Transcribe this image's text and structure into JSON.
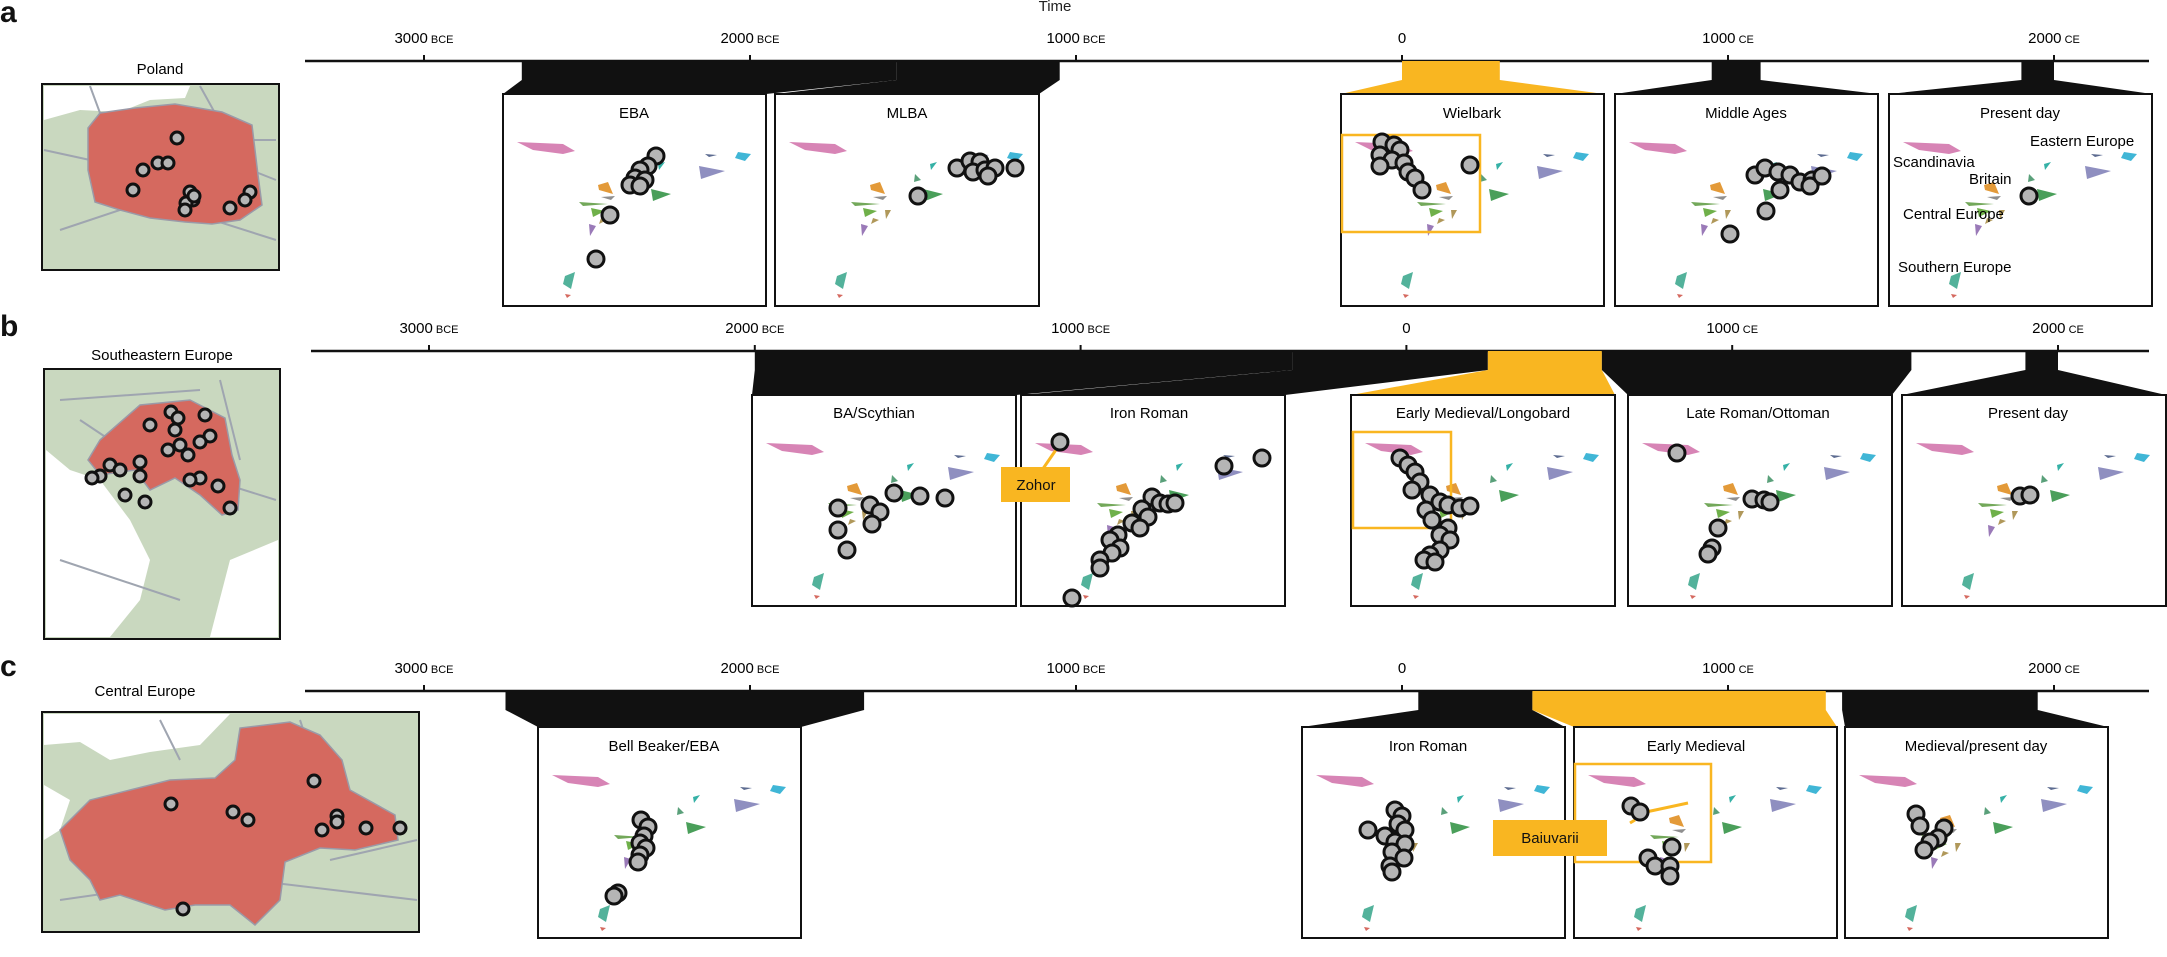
{
  "figure": {
    "axis_title": "Time",
    "colors": {
      "map_land": "#c9d8bf",
      "map_water": "#ffffff",
      "region_fill": "#d5695f",
      "sample_fill": "#b5b5b5",
      "highlight": "#f9b621",
      "frame": "#111111"
    },
    "legend_labels": [
      "Eastern Europe",
      "Scandinavia",
      "Britain",
      "Central Europe",
      "Southern Europe"
    ],
    "panels": [
      {
        "letter": "a",
        "region": "Poland",
        "ticks": [
          {
            "year": -3000,
            "num": "3000",
            "era": "BCE"
          },
          {
            "year": -2000,
            "num": "2000",
            "era": "BCE"
          },
          {
            "year": -1000,
            "num": "1000",
            "era": "BCE"
          },
          {
            "year": 0,
            "num": "0",
            "era": ""
          },
          {
            "year": 1000,
            "num": "1000",
            "era": "CE"
          },
          {
            "year": 2000,
            "num": "2000",
            "era": "CE"
          }
        ],
        "periods": [
          {
            "label": "EBA",
            "start": -2700,
            "end": -1550,
            "highlight": false
          },
          {
            "label": "MLBA",
            "start": -1550,
            "end": -1050,
            "highlight": false
          },
          {
            "label": "Wielbark",
            "start": 0,
            "end": 300,
            "highlight": true
          },
          {
            "label": "Middle Ages",
            "start": 950,
            "end": 1100,
            "highlight": false
          },
          {
            "label": "Present day",
            "start": 1900,
            "end": 2000,
            "highlight": false
          }
        ],
        "callout": ""
      },
      {
        "letter": "b",
        "region": "Southeastern Europe",
        "ticks": [
          {
            "year": -3000,
            "num": "3000",
            "era": "BCE"
          },
          {
            "year": -2000,
            "num": "2000",
            "era": "BCE"
          },
          {
            "year": -1000,
            "num": "1000",
            "era": "BCE"
          },
          {
            "year": 0,
            "num": "0",
            "era": ""
          },
          {
            "year": 1000,
            "num": "1000",
            "era": "CE"
          },
          {
            "year": 2000,
            "num": "2000",
            "era": "CE"
          }
        ],
        "periods": [
          {
            "label": "BA/Scythian",
            "start": -2000,
            "end": -350,
            "highlight": false
          },
          {
            "label": "Iron Roman",
            "start": -350,
            "end": 250,
            "highlight": false
          },
          {
            "label": "Early Medieval/Longobard",
            "start": 250,
            "end": 600,
            "highlight": true
          },
          {
            "label": "Late Roman/Ottoman",
            "start": 600,
            "end": 1550,
            "highlight": false
          },
          {
            "label": "Present day",
            "start": 1900,
            "end": 2000,
            "highlight": false
          }
        ],
        "callout": "Zohor"
      },
      {
        "letter": "c",
        "region": "Central Europe",
        "ticks": [
          {
            "year": -3000,
            "num": "3000",
            "era": "BCE"
          },
          {
            "year": -2000,
            "num": "2000",
            "era": "BCE"
          },
          {
            "year": -1000,
            "num": "1000",
            "era": "BCE"
          },
          {
            "year": 0,
            "num": "0",
            "era": ""
          },
          {
            "year": 1000,
            "num": "1000",
            "era": "CE"
          },
          {
            "year": 2000,
            "num": "2000",
            "era": "CE"
          }
        ],
        "periods": [
          {
            "label": "Bell Beaker/EBA",
            "start": -2750,
            "end": -1650,
            "highlight": false
          },
          {
            "label": "Iron Roman",
            "start": 50,
            "end": 400,
            "highlight": false
          },
          {
            "label": "Early Medieval",
            "start": 400,
            "end": 1300,
            "highlight": true
          },
          {
            "label": "Medieval/present day",
            "start": 1350,
            "end": 1950,
            "highlight": false
          }
        ],
        "callout": "Baiuvarii"
      }
    ]
  }
}
